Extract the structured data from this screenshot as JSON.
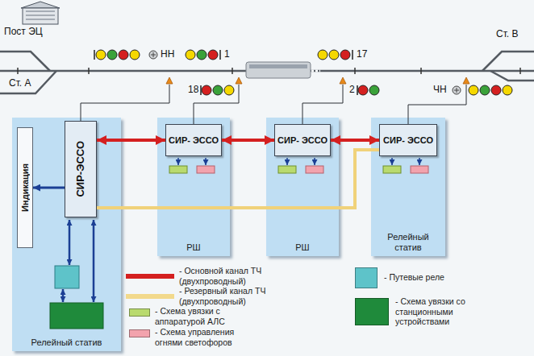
{
  "diagram": {
    "nodes": [
      {
        "text": [
          "Релейный статив"
        ]
      },
      {
        "text": [
          "Индикация"
        ],
        "in": 0
      },
      {
        "text": [
          "СИР-ЭССО"
        ],
        "in": 0
      },
      {
        "text": [
          "РШ"
        ]
      },
      {
        "text": [
          "СИР- ЭССО"
        ],
        "in": 3
      },
      {
        "text": [
          "РШ"
        ]
      },
      {
        "text": [
          "СИР- ЭССО"
        ],
        "in": 5
      },
      {
        "text": [
          "Релейный статив"
        ]
      },
      {
        "text": [
          "СИР- ЭССО"
        ],
        "in": 7
      }
    ],
    "edges": [
      {
        "from": 2,
        "to": 1,
        "arrow": "to"
      },
      {
        "from": 2,
        "to": 4,
        "arrow": "both"
      },
      {
        "from": 4,
        "to": 6,
        "arrow": "both"
      },
      {
        "from": 6,
        "to": 8,
        "arrow": "both"
      },
      {
        "from": 2,
        "to": 8,
        "arrow": "none"
      }
    ],
    "labels": [
      "Пост ЭЦ",
      "Ст. А",
      "НН",
      "1",
      "17",
      "18",
      "2",
      "ЧН",
      "Ст. В"
    ],
    "legend": [
      {
        "text": "- Основной канал ТЧ (двухпроводный)",
        "color": "#d42020"
      },
      {
        "text": "- Резервный канал ТЧ (двухпроводный)",
        "color": "#f2d98c"
      },
      {
        "text": "- Схема увязки с аппаратурой АЛС",
        "color": "#b9da6e"
      },
      {
        "text": "- Схема управления огнями светофоров",
        "color": "#f2a3ad"
      },
      {
        "text": "- Путевые реле",
        "color": "#5ec3c9"
      },
      {
        "text": "- Схема увязки со станционными устройствами",
        "color": "#1f8a3b"
      }
    ]
  }
}
